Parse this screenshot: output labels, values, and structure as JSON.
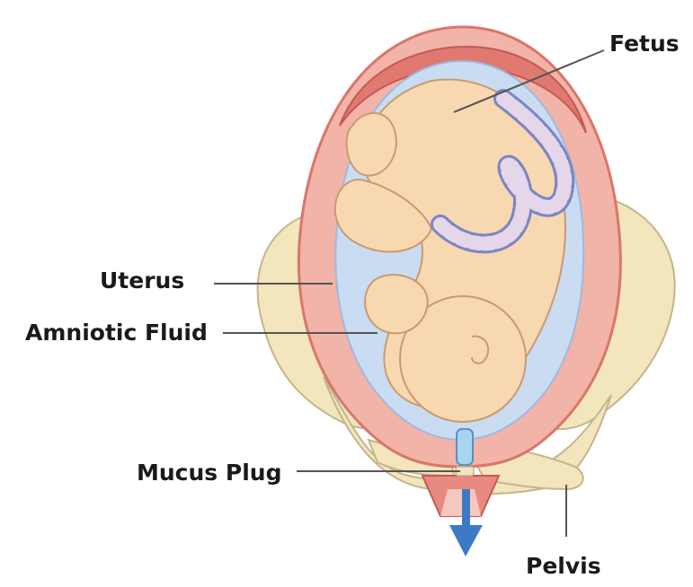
{
  "labels": {
    "fetus": "Fetus",
    "uterus": "Uterus",
    "amniotic_fluid": "Amniotic Fluid",
    "mucus_plug": "Mucus Plug",
    "pelvis": "Pelvis"
  },
  "colors": {
    "uterus_wall": "#f2b3a8",
    "uterus_outline": "#d9766a",
    "placenta": "#e07a70",
    "amniotic_fluid": "#c9dcf2",
    "fetus_skin": "#f8d8b0",
    "fetus_outline": "#c99a72",
    "cord_light": "#e6d6ea",
    "cord_stripe": "#7b86c4",
    "pelvis_fill": "#f3e6bc",
    "pelvis_outline": "#c4b68c",
    "mucus_plug": "#a9d4f0",
    "arrow": "#3c7ac8",
    "leader_line": "#555555"
  }
}
